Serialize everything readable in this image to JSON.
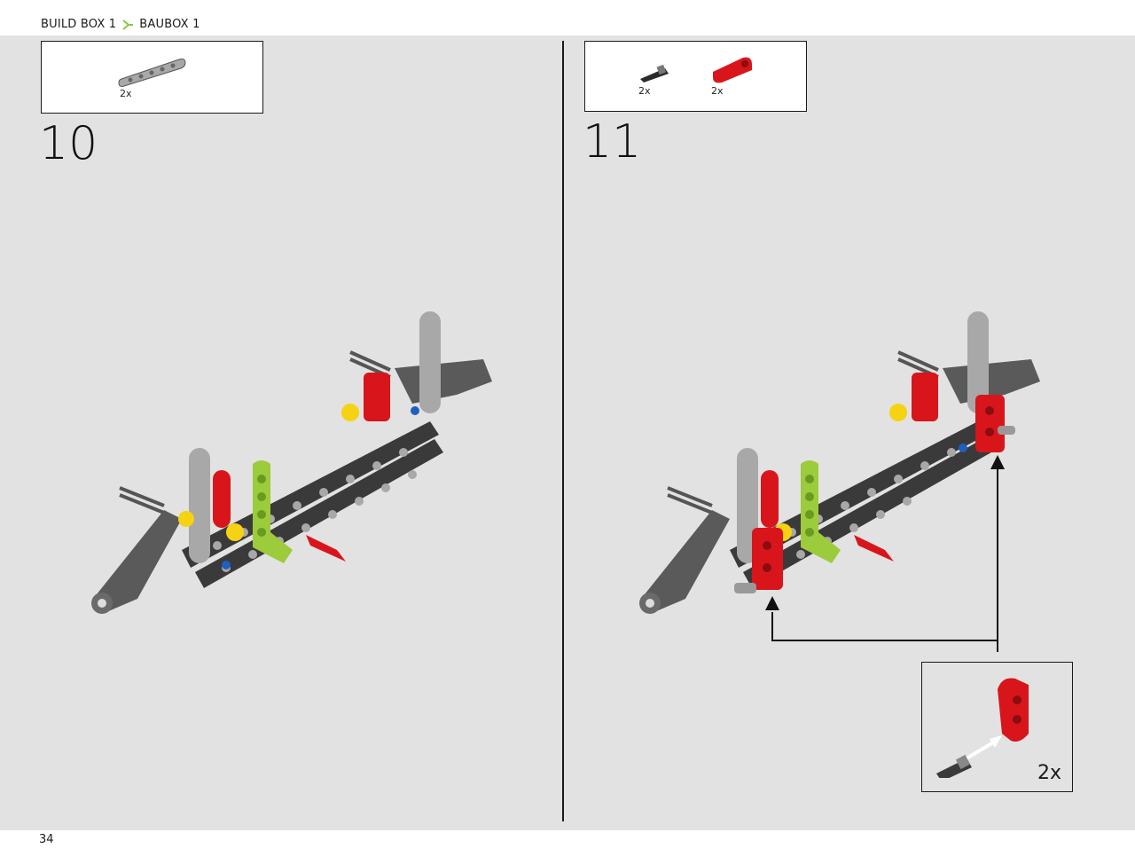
{
  "header": {
    "build_box": "BUILD BOX 1",
    "baubox": "BAUBOX 1",
    "accent_color": "#8cc63f"
  },
  "steps": [
    {
      "number": "10",
      "parts": [
        {
          "name": "gray-beam",
          "qty": "2x"
        }
      ]
    },
    {
      "number": "11",
      "parts": [
        {
          "name": "black-axle-pin",
          "qty": "2x"
        },
        {
          "name": "red-connector",
          "qty": "2x"
        }
      ],
      "callout_qty": "2x"
    }
  ],
  "footer": {
    "page_number": "34"
  },
  "colors": {
    "page_bg": "#e2e2e2",
    "red": "#d8151b",
    "lime": "#9ccb3b",
    "dark_gray": "#3a3a3a",
    "light_gray": "#a8a8a8",
    "yellow": "#f5d312",
    "blue": "#1f5fbf"
  }
}
